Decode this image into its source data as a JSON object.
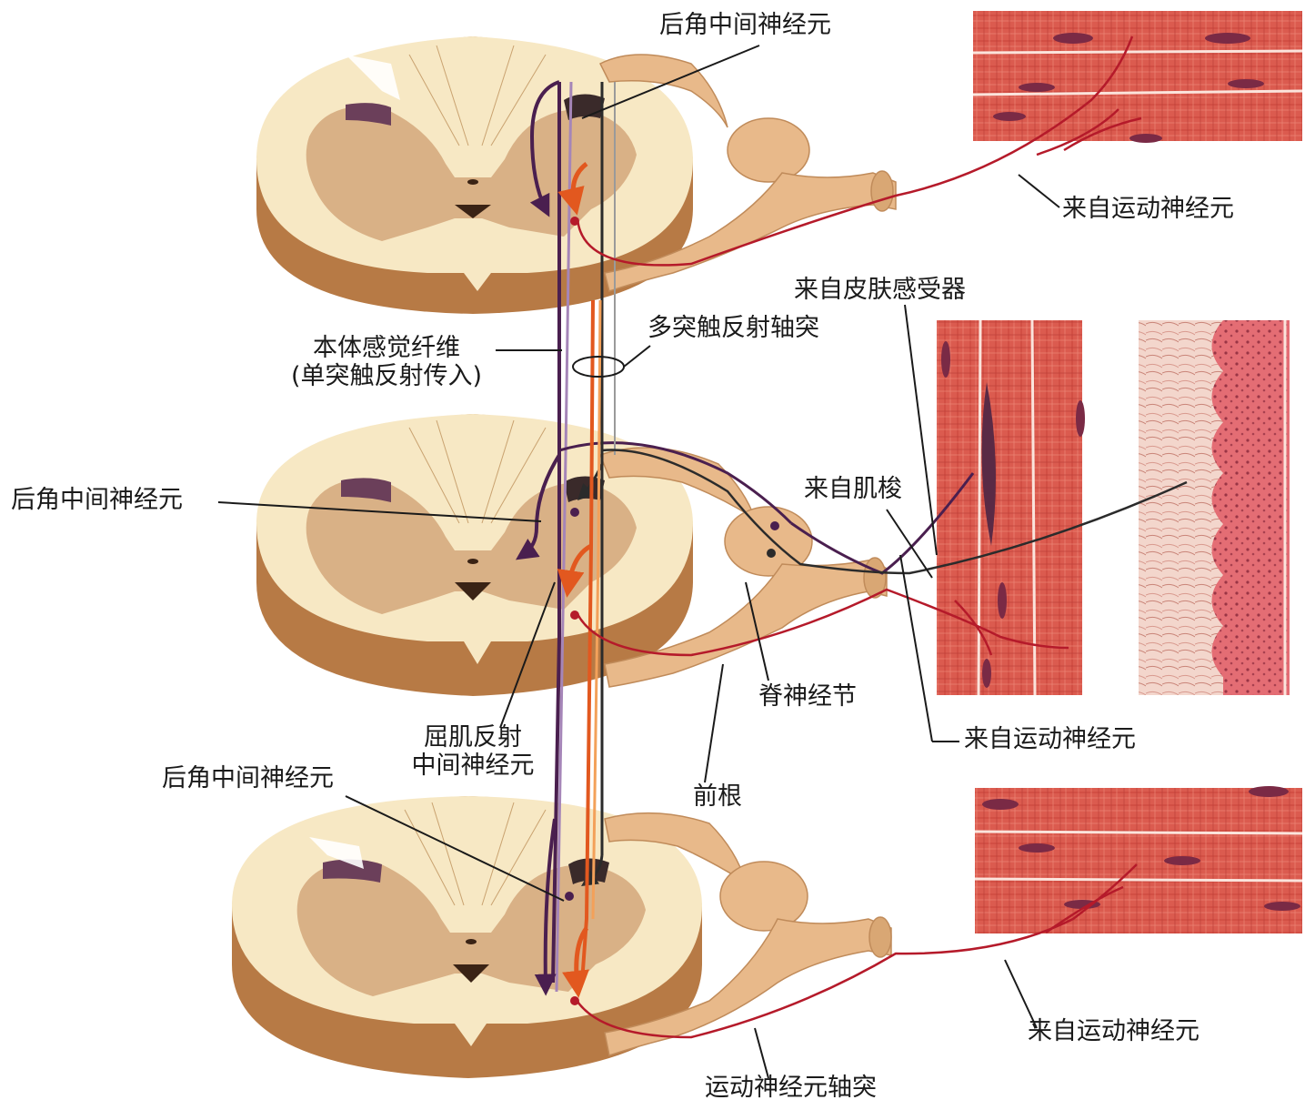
{
  "labels": {
    "top_dorsal_interneuron": "后角中间神经元",
    "from_motor_neuron_top": "来自运动神经元",
    "from_skin_receptor": "来自皮肤感受器",
    "polysynaptic_axon": "多突触反射轴突",
    "somatic_sensory_fiber_line1": "本体感觉纤维",
    "somatic_sensory_fiber_line2": "(单突触反射传入)",
    "middle_dorsal_interneuron": "后角中间神经元",
    "from_muscle_spindle": "来自肌梭",
    "spinal_ganglion": "脊神经节",
    "from_motor_neuron_middle": "来自运动神经元",
    "flexor_reflex_line1": "屈肌反射",
    "flexor_reflex_line2": "中间神经元",
    "bottom_dorsal_interneuron": "后角中间神经元",
    "anterior_root": "前根",
    "from_motor_neuron_bottom": "来自运动神经元",
    "motor_neuron_axon": "运动神经元轴突"
  },
  "colors": {
    "white_matter": "#f7e8c4",
    "gray_matter": "#d9b186",
    "section_side": "#b77a45",
    "nerve": "#e8b98a",
    "muscle": "#d9534a",
    "skin": "#e07a78",
    "sensory_fiber": "#4a1f4f",
    "sensory_fiber_light": "#a585b8",
    "motor_fiber": "#e2581f",
    "polysynaptic_fiber": "#2b2b2b",
    "motor_axon": "#b51a2a"
  }
}
